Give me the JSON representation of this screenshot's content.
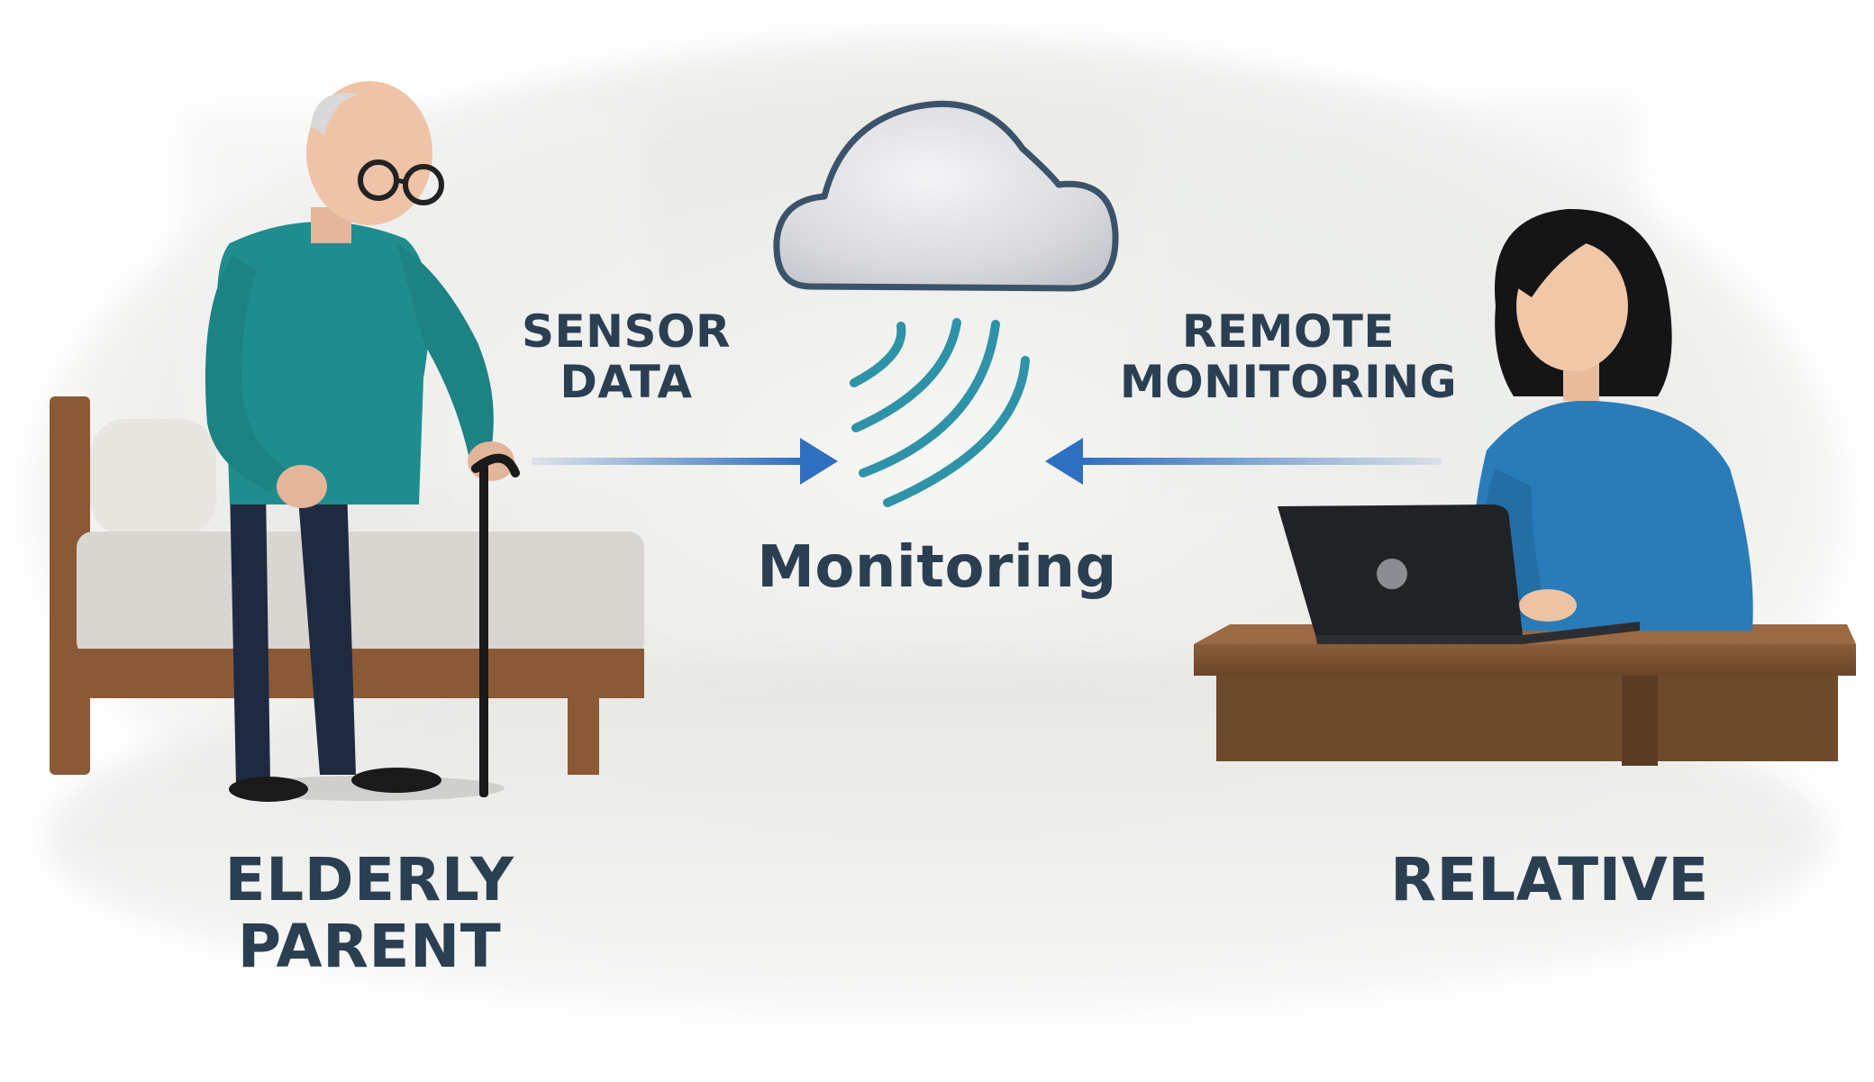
{
  "labels": {
    "sensor_line1": "SENSOR",
    "sensor_line2": "DATA",
    "remote_line1": "REMOTE",
    "remote_line2": "MONITORING",
    "center": "Monitoring",
    "elderly_line1": "ELDERLY",
    "elderly_line2": "PARENT",
    "relative": "RELATIVE"
  },
  "colors": {
    "text": "#2b3f52",
    "arrow": "#2f6fc0",
    "wave": "#2e93a8",
    "cloud_outline": "#3a536a",
    "sweater_elderly": "#1f8c8e",
    "sweater_relative": "#2a7cb8",
    "desk": "#7a5232"
  },
  "icons": [
    "cloud-icon",
    "signal-waves-icon",
    "arrow-right-icon",
    "arrow-left-icon",
    "laptop-icon",
    "cane-icon",
    "bed-icon"
  ]
}
